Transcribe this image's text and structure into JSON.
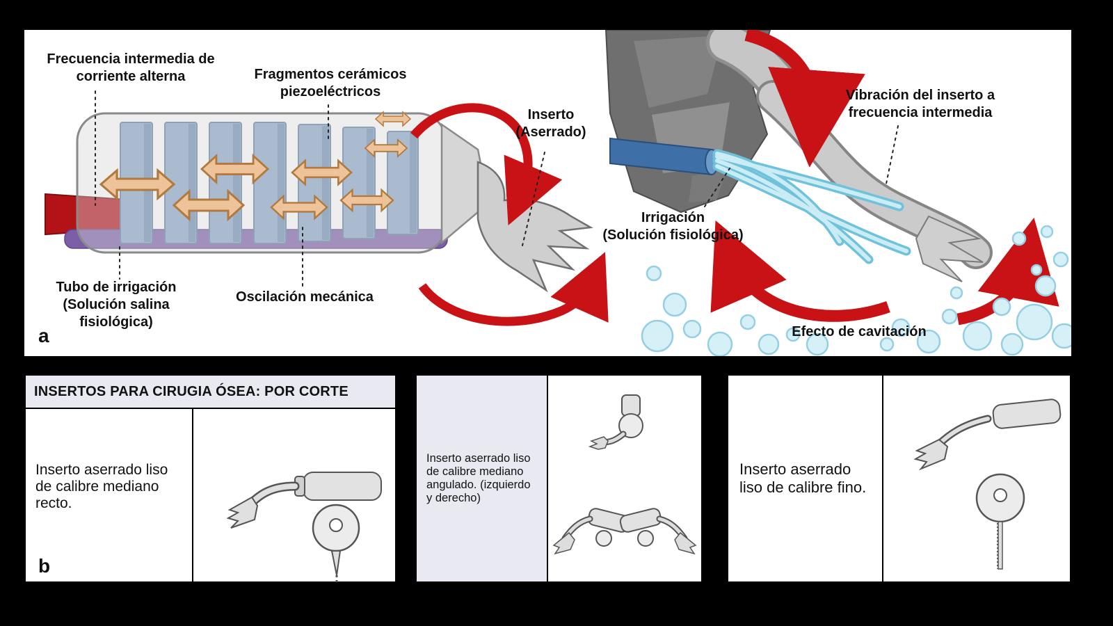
{
  "figure": {
    "panel_a": {
      "corner_label": "a",
      "labels": {
        "frequency": "Frecuencia intermedia de\ncorriente alterna",
        "ceramic": "Fragmentos cerámicos\npiezoeléctricos",
        "insert": "Inserto\n(Aserrado)",
        "irrigation_tube": "Tubo de irrigación\n(Solución salina\nfisiológica)",
        "oscillation": "Oscilación mecánica",
        "vibration": "Vibración del inserto a\nfrecuencia intermedia",
        "irrigation": "Irrigación\n(Solución fisiológica)",
        "cavitation": "Efecto de cavitación"
      }
    },
    "panel_b": {
      "corner_label": "b",
      "title": "INSERTOS PARA CIRUGIA ÓSEA: POR CORTE",
      "items": [
        {
          "description": "Inserto aserrado liso de calibre mediano recto."
        },
        {
          "description": "Inserto aserrado liso de calibre mediano angulado. (izquierdo y derecho)"
        },
        {
          "description": "Inserto aserrado liso de calibre fino."
        }
      ]
    },
    "colors": {
      "arrow_red": "#c91215",
      "ceramic_blue": "#8aa8cc",
      "oscillation_orange": "#eec39a",
      "irrigation_purple": "#7b5ea7",
      "water_blue": "#6fc2da",
      "bubble_blue": "#d6f0f8",
      "table_header_bg": "#e9eaf1"
    }
  }
}
